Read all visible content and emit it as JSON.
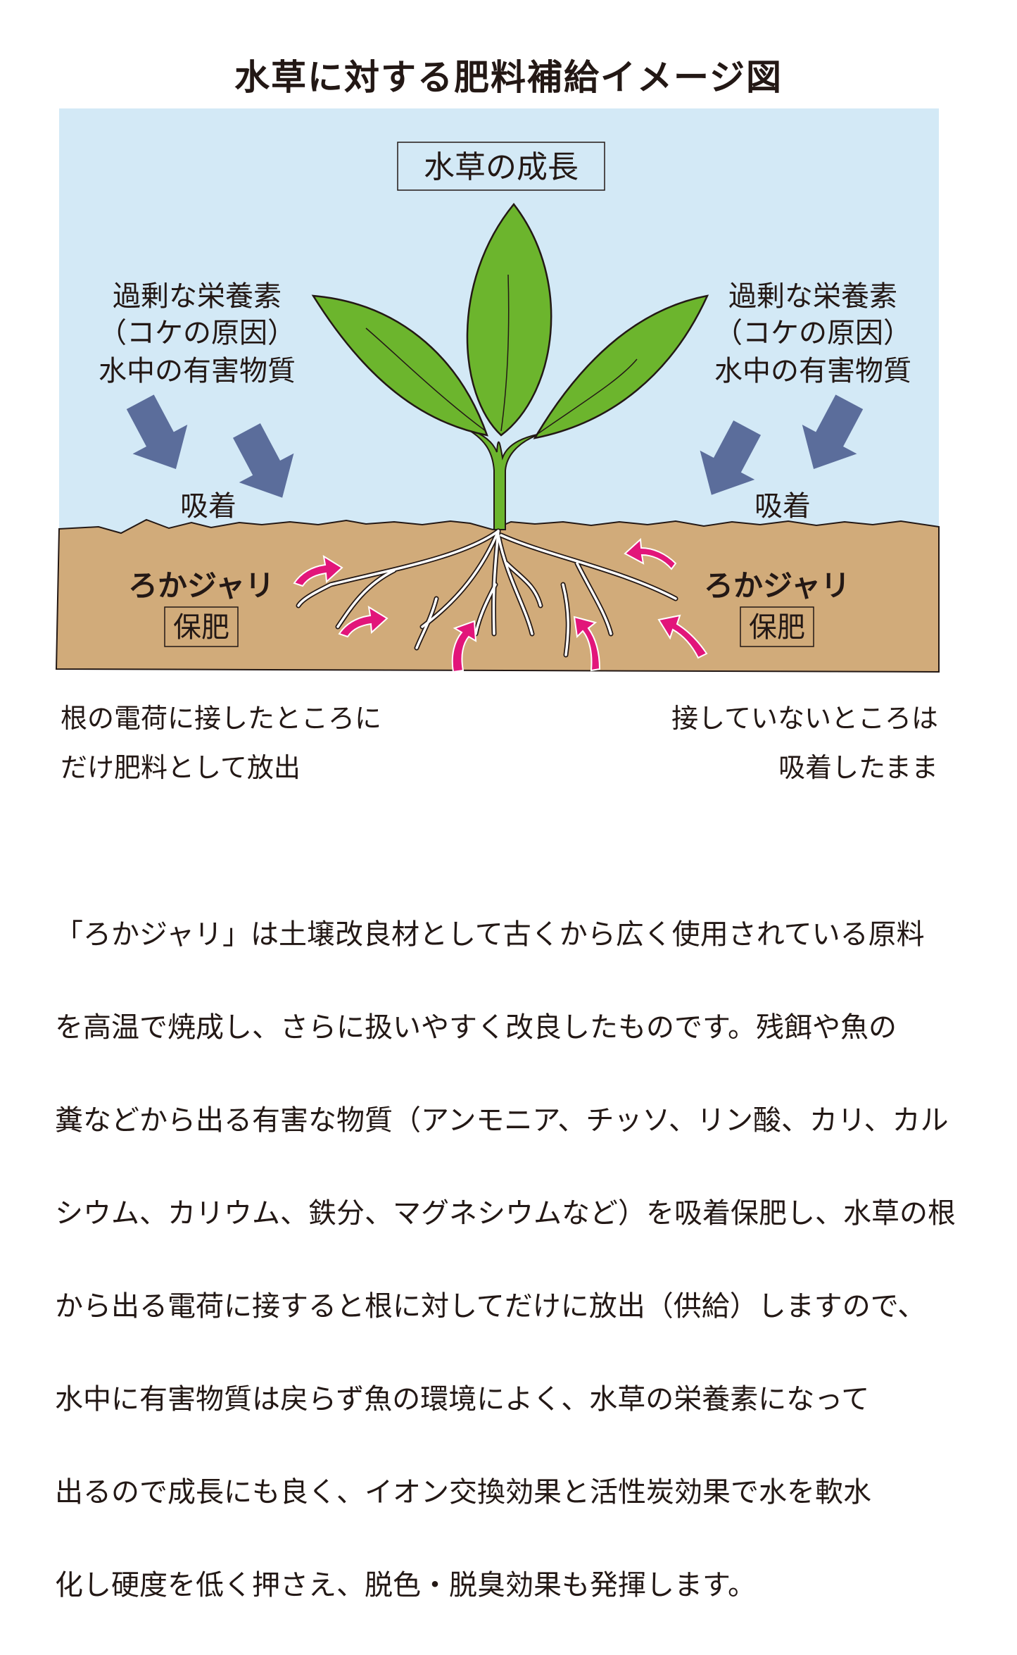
{
  "title": "水草に対する肥料補給イメージ図",
  "diagram": {
    "growth_label": "水草の成長",
    "left_nutrients": [
      "過剰な栄養素",
      "（コケの原因）",
      "水中の有害物質"
    ],
    "right_nutrients": [
      "過剰な栄養素",
      "（コケの原因）",
      "水中の有害物質"
    ],
    "left_adsorb": "吸着",
    "right_adsorb": "吸着",
    "left_gravel": "ろかジャリ",
    "right_gravel": "ろかジャリ",
    "left_fertilizer": "保肥",
    "right_fertilizer": "保肥",
    "colors": {
      "water": "#d3e9f6",
      "soil": "#d1ab7a",
      "leaf": "#6cb52d",
      "arrow_blue": "#5b6d9b",
      "arrow_pink": "#e2157a"
    }
  },
  "captions": {
    "left": [
      "根の電荷に接したところに",
      "だけ肥料として放出"
    ],
    "right": [
      "接していないところは",
      "吸着したまま"
    ]
  },
  "description": [
    "「ろかジャリ」は土壌改良材として古くから広く使用されている原料",
    "を高温で焼成し、さらに扱いやすく改良したものです。残餌や魚の",
    "糞などから出る有害な物質（アンモニア、チッソ、リン酸、カリ、カル",
    "シウム、カリウム、鉄分、マグネシウムなど）を吸着保肥し、水草の根",
    "から出る電荷に接すると根に対してだけに放出（供給）しますので、",
    "水中に有害物質は戻らず魚の環境によく、水草の栄養素になって",
    "出るので成長にも良く、イオン交換効果と活性炭効果で水を軟水",
    "化し硬度を低く押さえ、脱色・脱臭効果も発揮します。"
  ]
}
